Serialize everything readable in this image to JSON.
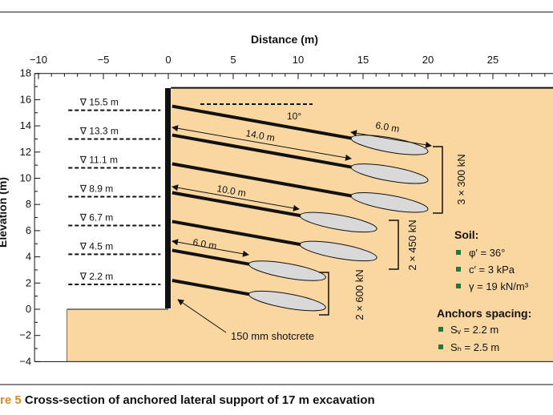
{
  "figure": {
    "caption_label": "re 5",
    "caption_text": " Cross-section of anchored lateral support of 17 m excavation",
    "x_axis": {
      "title": "Distance (m)",
      "ticks": [
        -10,
        -5,
        0,
        5,
        10,
        15,
        20,
        25
      ],
      "ticks_text": [
        "−10",
        "−5",
        "0",
        "5",
        "10",
        "15",
        "20",
        "25"
      ]
    },
    "y_axis": {
      "title": "Elevation (m)",
      "ticks": [
        18,
        16,
        14,
        12,
        10,
        8,
        6,
        4,
        2,
        0,
        -2,
        -4
      ],
      "ticks_text": [
        "18",
        "16",
        "14",
        "12",
        "10",
        "8",
        "6",
        "4",
        "2",
        "0",
        "−2",
        "−4"
      ]
    },
    "levels": [
      {
        "elev": 15.5,
        "label": "∇ 15.5 m"
      },
      {
        "elev": 13.3,
        "label": "∇ 13.3 m"
      },
      {
        "elev": 11.1,
        "label": "∇ 11.1 m"
      },
      {
        "elev": 8.9,
        "label": "∇ 8.9 m"
      },
      {
        "elev": 6.7,
        "label": "∇ 6.7 m"
      },
      {
        "elev": 4.5,
        "label": "∇ 4.5 m"
      },
      {
        "elev": 2.2,
        "label": "∇ 2.2 m"
      }
    ],
    "anchor_free_lengths_m": [
      14.0,
      14.0,
      14.0,
      10.0,
      10.0,
      6.0,
      6.0
    ],
    "bond_length_m": 6.0,
    "inclination_deg": 10,
    "dimension_labels": {
      "angle": "10°",
      "bond": "6.0 m",
      "free_upper": "14.0 m",
      "free_middle": "10.0 m",
      "free_lower": "6.0 m"
    },
    "load_groups": [
      {
        "label": "3 × 300 kN"
      },
      {
        "label": "2 × 450 kN"
      },
      {
        "label": "2 × 600 kN"
      }
    ],
    "shotcrete_label": "150 mm shotcrete",
    "soil": {
      "title": "Soil:",
      "items": [
        "φ′ = 36°",
        "c′ = 3 kPa",
        "γ = 19 kN/m³"
      ]
    },
    "spacing": {
      "title": "Anchors spacing:",
      "items": [
        "Sᵥ = 2.2 m",
        "Sₕ = 2.5 m"
      ]
    },
    "colors": {
      "soil_fill": "#fad7a0",
      "bullet": "#1e7a3c",
      "caption_accent": "#e08a1e",
      "anchor_body": "#d9d9d9"
    }
  }
}
